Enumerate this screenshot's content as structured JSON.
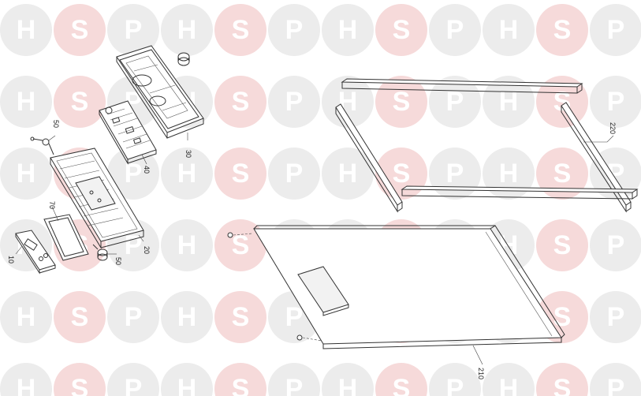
{
  "watermark": {
    "letters": [
      "H",
      "S",
      "P"
    ],
    "colors": {
      "neutral": "#ececec",
      "accent": "#f6dada"
    }
  },
  "callouts": {
    "c10": "10",
    "c20": "20",
    "c30": "30",
    "c40": "40",
    "c50a": "50",
    "c50b": "50",
    "c70": "70",
    "c210": "210",
    "c220": "220"
  }
}
